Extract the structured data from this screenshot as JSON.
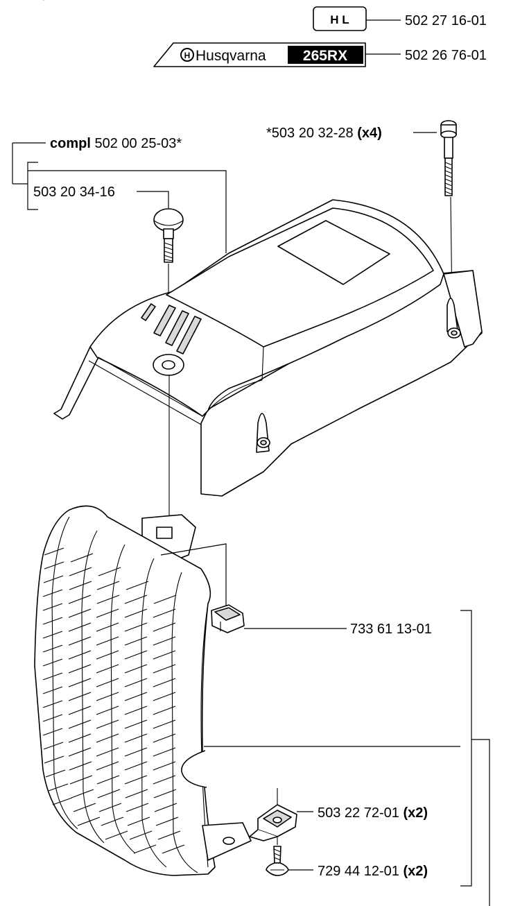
{
  "decal_hl": {
    "text": "H  L",
    "part_number": "502 27 16-01"
  },
  "decal_brand": {
    "brand": "Husqvarna",
    "model": "265RX",
    "part_number": "502 26 76-01"
  },
  "screw_top": {
    "prefix": "*503 20 32-28",
    "qty": "(x4)"
  },
  "cover_compl": {
    "word": "compl",
    "part_number": "502 00 25-03*"
  },
  "cover_screw": {
    "part_number": "503 20 34-16"
  },
  "clip": {
    "part_number": "733 61 13-01"
  },
  "nut": {
    "part_number": "503 22 72-01",
    "qty": "(x2)"
  },
  "screw_bottom": {
    "part_number": "729 44 12-01",
    "qty": "(x2)"
  }
}
